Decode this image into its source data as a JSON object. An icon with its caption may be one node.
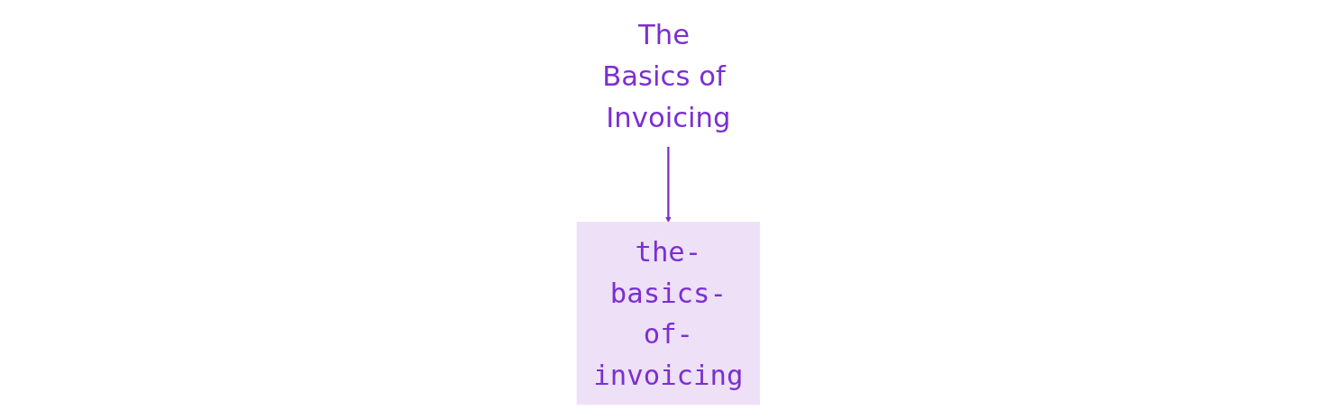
{
  "diagram": {
    "nodes": [
      {
        "text": [
          "The Basics of Invoicing"
        ]
      },
      {
        "text": [
          "the-basics-of-invoicing"
        ]
      }
    ],
    "edges": [
      {
        "from": 0,
        "to": 1,
        "arrow": "to"
      }
    ]
  }
}
